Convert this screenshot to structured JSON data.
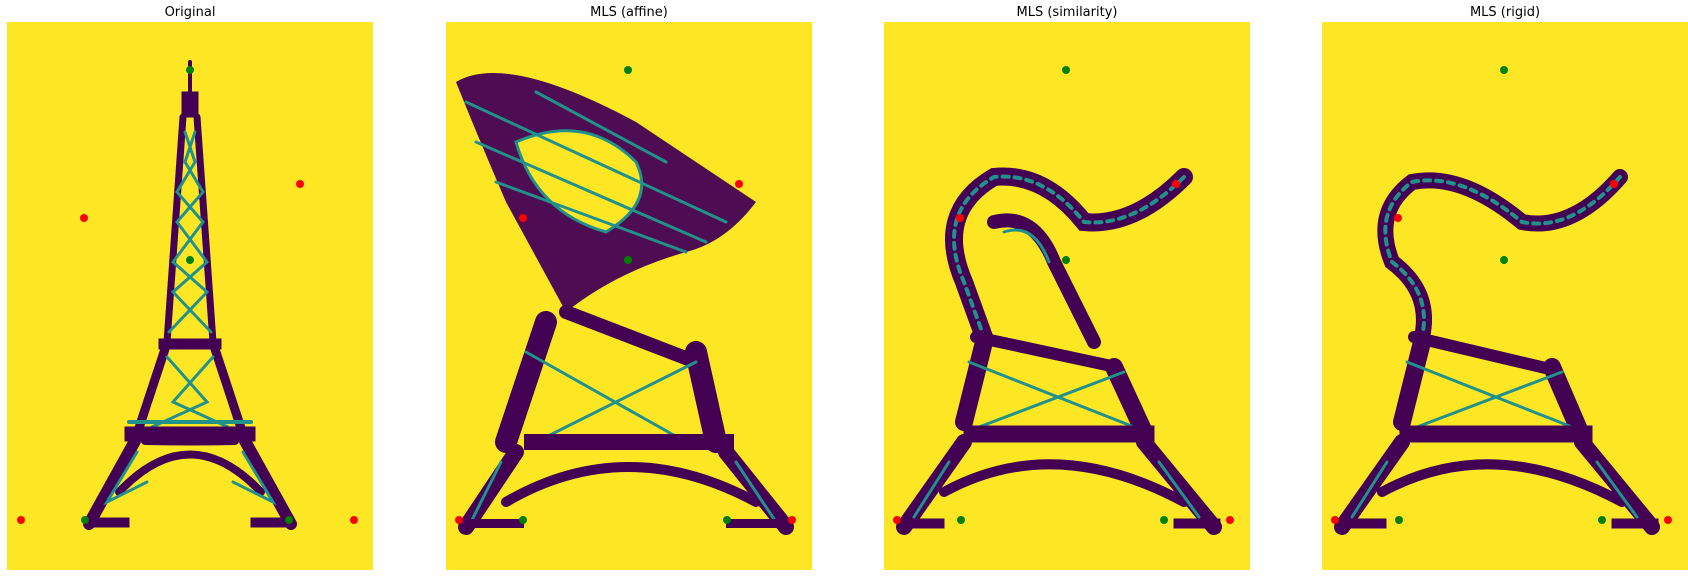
{
  "colors": {
    "background": "#fde725",
    "tower_dark": "#440154",
    "tower_mid": "#21918c",
    "tower_light": "#5ec962",
    "control_source": "#ff0000",
    "control_target": "#008000"
  },
  "panels": [
    {
      "title": "Original",
      "warp": "none"
    },
    {
      "title": "MLS (affine)",
      "warp": "affine"
    },
    {
      "title": "MLS (similarity)",
      "warp": "similarity"
    },
    {
      "title": "MLS (rigid)",
      "warp": "rigid"
    }
  ]
}
